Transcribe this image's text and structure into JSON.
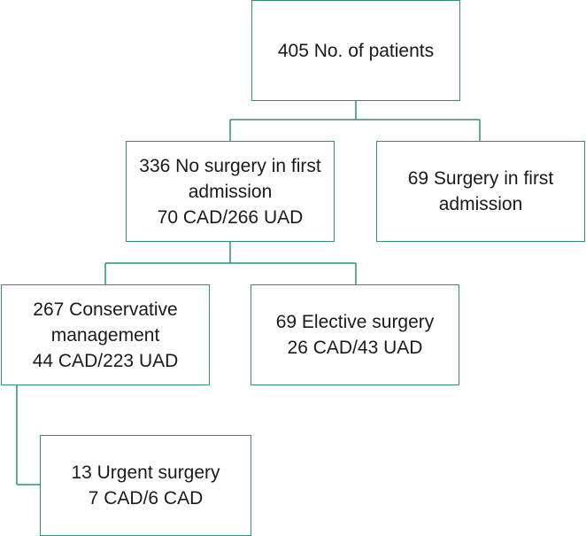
{
  "diagram": {
    "accent_color": "#2f8f78",
    "boxes": {
      "root": {
        "line1": "405 No. of patients"
      },
      "no_surgery": {
        "line1": "336 No surgery in first",
        "line2": "admission",
        "line3": "70 CAD/266 UAD"
      },
      "surgery_first": {
        "line1": "69 Surgery in first",
        "line2": "admission"
      },
      "conservative": {
        "line1": "267 Conservative",
        "line2": "management",
        "line3": "44 CAD/223 UAD"
      },
      "elective": {
        "line1": "69 Elective surgery",
        "line2": "26 CAD/43 UAD"
      },
      "urgent": {
        "line1": "13 Urgent surgery",
        "line2": "7 CAD/6 CAD"
      }
    }
  }
}
